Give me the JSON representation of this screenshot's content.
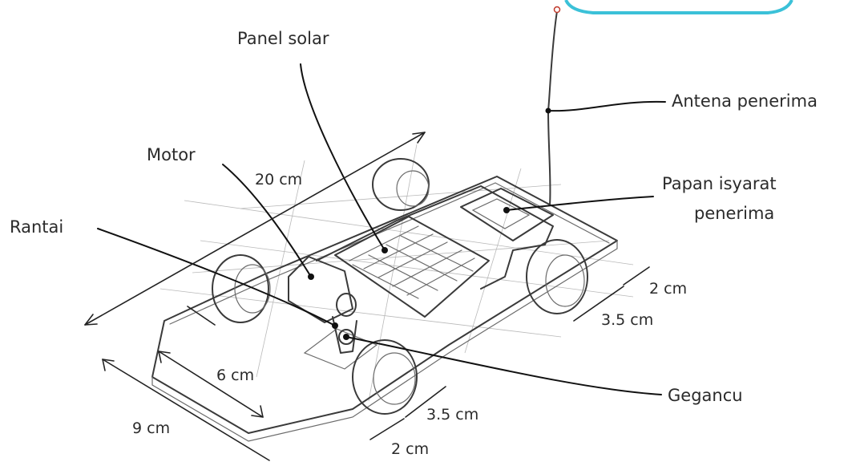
{
  "labels": {
    "panel_solar": "Panel solar",
    "antena_penerima": "Antena penerima",
    "motor": "Motor",
    "papan_isyarat_line1": "Papan isyarat",
    "papan_isyarat_line2": "penerima",
    "rantai": "Rantai",
    "gegancu": "Gegancu"
  },
  "dimensions": {
    "length_20": "20 cm",
    "rear_wheel_offset": "2 cm",
    "rear_wheel_width": "3.5 cm",
    "front_width": "6 cm",
    "front_length": "9 cm",
    "front_wheel_width": "3.5 cm",
    "front_wheel_offset": "2 cm"
  },
  "colors": {
    "ink": "#2b2b2b",
    "speech_bubble": "#3bc1d8"
  }
}
